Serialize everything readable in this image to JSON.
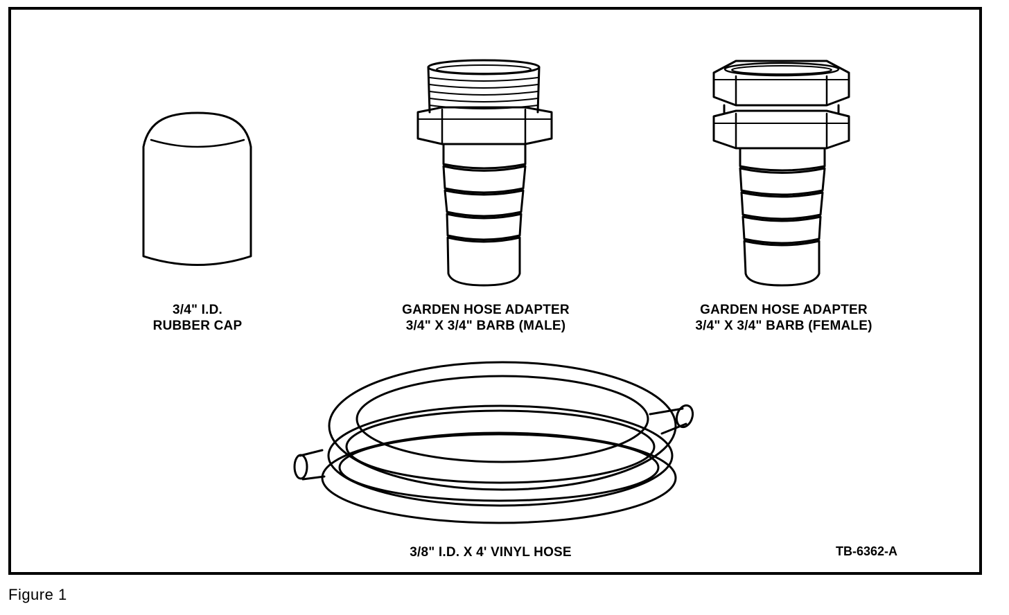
{
  "parts": {
    "cap": {
      "line1": "3/4\" I.D.",
      "line2": "RUBBER CAP"
    },
    "male_adapter": {
      "line1": "GARDEN HOSE ADAPTER",
      "line2": "3/4\" X 3/4\" BARB (MALE)"
    },
    "female_adapter": {
      "line1": "GARDEN HOSE ADAPTER",
      "line2": "3/4\" X 3/4\" BARB (FEMALE)"
    },
    "vinyl_hose": {
      "label": "3/8\" I.D. X 4' VINYL HOSE"
    }
  },
  "drawing_code": "TB-6362-A",
  "figure_caption": "Figure 1"
}
